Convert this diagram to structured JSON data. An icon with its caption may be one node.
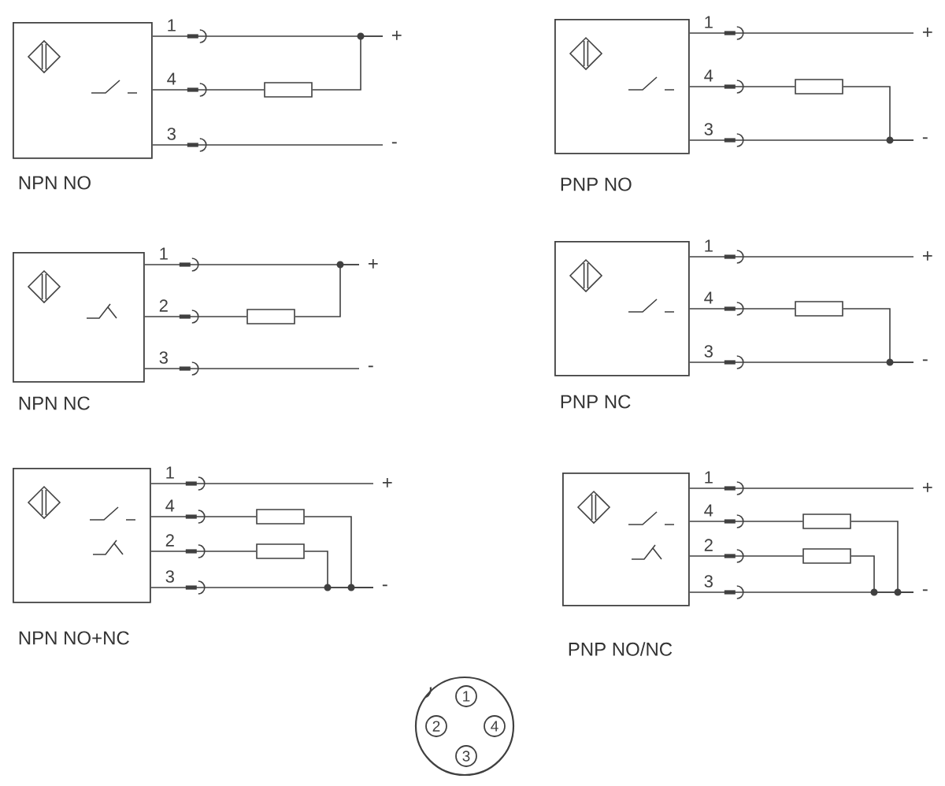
{
  "diagram": {
    "nodes": [
      {
        "text": [
          "NPN NO"
        ]
      },
      {
        "text": [],
        "shape": "box"
      },
      {
        "text": [
          "+"
        ]
      },
      {
        "text": [
          "-"
        ]
      },
      {
        "text": [
          "PNP NO"
        ]
      },
      {
        "text": [],
        "shape": "box"
      },
      {
        "text": [
          "+"
        ]
      },
      {
        "text": [
          "-"
        ]
      },
      {
        "text": [
          "NPN NC"
        ]
      },
      {
        "text": [],
        "shape": "box"
      },
      {
        "text": [
          "+"
        ]
      },
      {
        "text": [
          "-"
        ]
      },
      {
        "text": [
          "PNP NC"
        ]
      },
      {
        "text": [],
        "shape": "box"
      },
      {
        "text": [
          "+"
        ]
      },
      {
        "text": [
          "-"
        ]
      },
      {
        "text": [
          "NPN NO+NC"
        ]
      },
      {
        "text": [],
        "shape": "box"
      },
      {
        "text": [],
        "shape": "box"
      },
      {
        "text": [
          "+"
        ]
      },
      {
        "text": [
          "-"
        ]
      },
      {
        "text": [
          "PNP NO/NC"
        ]
      },
      {
        "text": [],
        "shape": "box"
      },
      {
        "text": [],
        "shape": "box"
      },
      {
        "text": [
          "+"
        ]
      },
      {
        "text": [
          "-"
        ]
      }
    ],
    "edges": [
      {
        "from": 0,
        "to": 2,
        "arrow": "none",
        "label": "1"
      },
      {
        "from": 0,
        "to": 1,
        "arrow": "none",
        "label": "4"
      },
      {
        "from": 1,
        "to": 2,
        "arrow": "none"
      },
      {
        "from": 0,
        "to": 3,
        "arrow": "none",
        "label": "3"
      },
      {
        "from": 4,
        "to": 6,
        "arrow": "none",
        "label": "1"
      },
      {
        "from": 4,
        "to": 5,
        "arrow": "none",
        "label": "4"
      },
      {
        "from": 5,
        "to": 7,
        "arrow": "none"
      },
      {
        "from": 4,
        "to": 7,
        "arrow": "none",
        "label": "3"
      },
      {
        "from": 8,
        "to": 10,
        "arrow": "none",
        "label": "1"
      },
      {
        "from": 8,
        "to": 9,
        "arrow": "none",
        "label": "2"
      },
      {
        "from": 9,
        "to": 10,
        "arrow": "none"
      },
      {
        "from": 8,
        "to": 11,
        "arrow": "none",
        "label": "3"
      },
      {
        "from": 12,
        "to": 14,
        "arrow": "none",
        "label": "1"
      },
      {
        "from": 12,
        "to": 13,
        "arrow": "none",
        "label": "4"
      },
      {
        "from": 13,
        "to": 15,
        "arrow": "none"
      },
      {
        "from": 12,
        "to": 15,
        "arrow": "none",
        "label": "3"
      },
      {
        "from": 16,
        "to": 19,
        "arrow": "none",
        "label": "1"
      },
      {
        "from": 16,
        "to": 17,
        "arrow": "none",
        "label": "4"
      },
      {
        "from": 16,
        "to": 18,
        "arrow": "none",
        "label": "2"
      },
      {
        "from": 17,
        "to": 20,
        "arrow": "none"
      },
      {
        "from": 18,
        "to": 20,
        "arrow": "none"
      },
      {
        "from": 16,
        "to": 20,
        "arrow": "none",
        "label": "3"
      },
      {
        "from": 21,
        "to": 24,
        "arrow": "none",
        "label": "1"
      },
      {
        "from": 21,
        "to": 22,
        "arrow": "none",
        "label": "4"
      },
      {
        "from": 21,
        "to": 23,
        "arrow": "none",
        "label": "2"
      },
      {
        "from": 22,
        "to": 25,
        "arrow": "none"
      },
      {
        "from": 23,
        "to": 25,
        "arrow": "none"
      },
      {
        "from": 21,
        "to": 25,
        "arrow": "none",
        "label": "3"
      }
    ],
    "labels": [
      "1",
      "2",
      "4",
      "3"
    ]
  }
}
